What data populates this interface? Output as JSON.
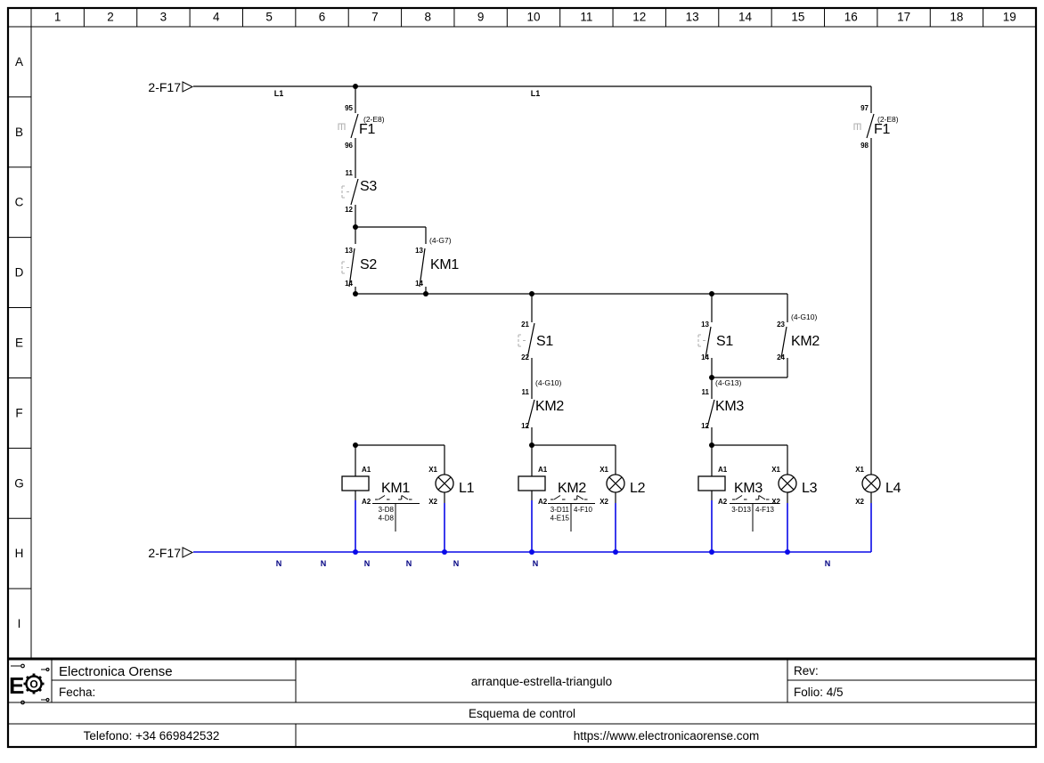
{
  "grid": {
    "columns": [
      "1",
      "2",
      "3",
      "4",
      "5",
      "6",
      "7",
      "8",
      "9",
      "10",
      "11",
      "12",
      "13",
      "14",
      "15",
      "16",
      "17",
      "18",
      "19"
    ],
    "rows": [
      "A",
      "B",
      "C",
      "D",
      "E",
      "F",
      "G",
      "H",
      "I"
    ]
  },
  "feeds": {
    "top": "2-F17",
    "bottom": "2-F17"
  },
  "wires": {
    "l1_a": "L1",
    "l1_b": "L1",
    "n_labels": [
      "N",
      "N",
      "N",
      "N",
      "N",
      "N",
      "N"
    ]
  },
  "components": {
    "f1_left": {
      "name": "F1",
      "ref": "(2-E8)",
      "t1": "95",
      "t2": "96"
    },
    "f1_right": {
      "name": "F1",
      "ref": "(2-E8)",
      "t1": "97",
      "t2": "98"
    },
    "s3": {
      "name": "S3",
      "t1": "11",
      "t2": "12"
    },
    "s2": {
      "name": "S2",
      "t1": "13",
      "t2": "14"
    },
    "km1_aux": {
      "name": "KM1",
      "ref": "(4-G7)",
      "t1": "13",
      "t2": "14"
    },
    "s1_nc": {
      "name": "S1",
      "t1": "21",
      "t2": "22"
    },
    "km2_nc": {
      "name": "KM2",
      "ref": "(4-G10)",
      "t1": "11",
      "t2": "12"
    },
    "s1_no": {
      "name": "S1",
      "t1": "13",
      "t2": "14"
    },
    "km2_aux": {
      "name": "KM2",
      "ref": "(4-G10)",
      "t1": "23",
      "t2": "24"
    },
    "km3_nc": {
      "name": "KM3",
      "ref": "(4-G13)",
      "t1": "11",
      "t2": "12"
    }
  },
  "coils": [
    {
      "name": "KM1",
      "a1": "A1",
      "a2": "A2",
      "left": [
        "3-D8",
        "4-D8"
      ],
      "right": []
    },
    {
      "name": "KM2",
      "a1": "A1",
      "a2": "A2",
      "left": [
        "3-D11",
        "4-E15"
      ],
      "right": [
        "4-F10"
      ]
    },
    {
      "name": "KM3",
      "a1": "A1",
      "a2": "A2",
      "left": [
        "3-D13"
      ],
      "right": [
        "4-F13"
      ]
    }
  ],
  "lamps": [
    {
      "name": "L1",
      "x1": "X1",
      "x2": "X2"
    },
    {
      "name": "L2",
      "x1": "X1",
      "x2": "X2"
    },
    {
      "name": "L3",
      "x1": "X1",
      "x2": "X2"
    },
    {
      "name": "L4",
      "x1": "X1",
      "x2": "X2"
    }
  ],
  "titleblock": {
    "company": "Electronica Orense",
    "fecha_label": "Fecha:",
    "title": "arranque-estrella-triangulo",
    "rev_label": "Rev:",
    "folio": "Folio: 4/5",
    "subtitle": "Esquema de control",
    "phone": "Telefono: +34 669842532",
    "website": "https://www.electronicaorense.com",
    "logo_e": "E",
    "logo_o": "O"
  },
  "colors": {
    "wire": "#000000",
    "neutral_wire": "#0a0ae8",
    "neutral_label": "#000082",
    "actuator_gray": "#b2b2b2"
  }
}
